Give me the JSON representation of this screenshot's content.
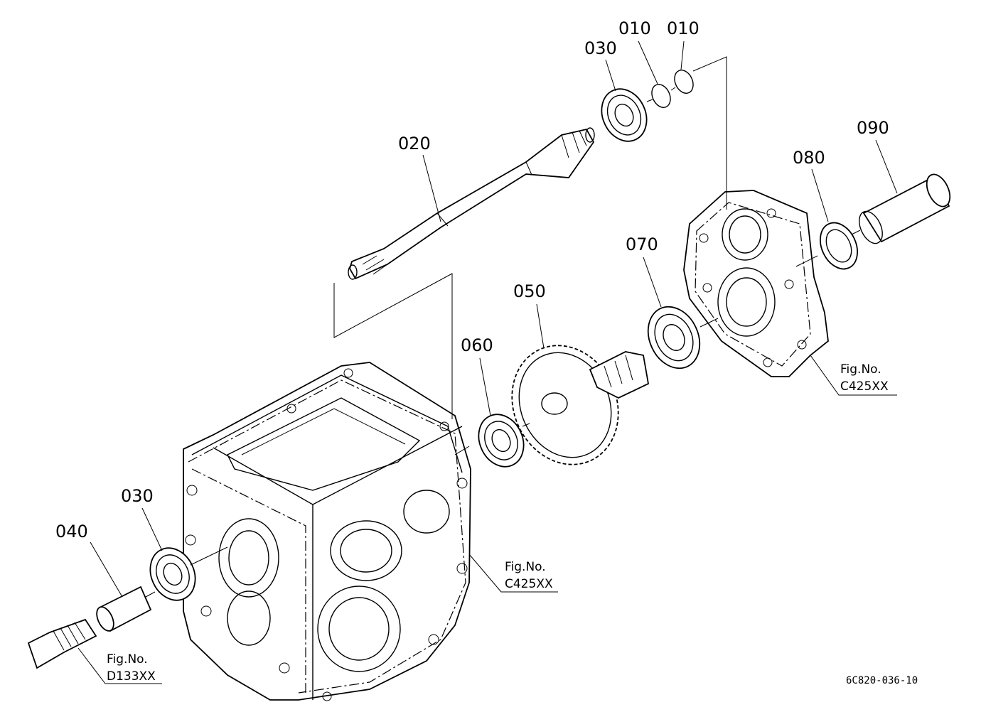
{
  "part_labels": {
    "p010a": "010",
    "p010b": "010",
    "p030_top": "030",
    "p020": "020",
    "p090": "090",
    "p080": "080",
    "p070": "070",
    "p050": "050",
    "p060": "060",
    "p030_bottom": "030",
    "p040": "040"
  },
  "figure_refs": {
    "right": {
      "prefix": "Fig.No.",
      "code": "C425XX"
    },
    "center": {
      "prefix": "Fig.No.",
      "code": "C425XX"
    },
    "left": {
      "prefix": "Fig.No.",
      "code": "D133XX"
    }
  },
  "drawing_code": "6C820-036-10",
  "colors": {
    "ink": "#000000",
    "paper": "#ffffff"
  }
}
